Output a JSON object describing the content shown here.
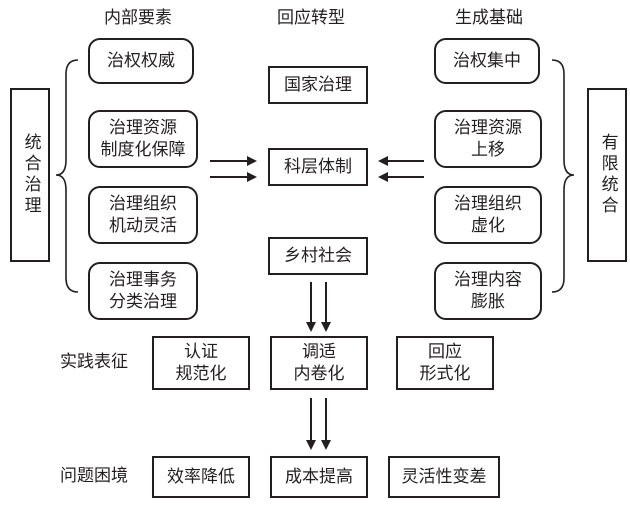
{
  "headers": {
    "left": "内部要素",
    "center": "回应转型",
    "right": "生成基础"
  },
  "left_label": "统合治理",
  "right_label": "有限统合",
  "left_items": [
    "治权权威",
    "治理资源\n制度化保障",
    "治理组织\n机动灵活",
    "治理事务\n分类治理"
  ],
  "center_items": [
    "国家治理",
    "科层体制",
    "乡村社会"
  ],
  "right_items": [
    "治权集中",
    "治理资源\n上移",
    "治理组织\n虚化",
    "治理内容\n膨胀"
  ],
  "practice": {
    "label": "实践表征",
    "items": [
      "认证\n规范化",
      "调适\n内卷化",
      "回应\n形式化"
    ]
  },
  "problems": {
    "label": "问题困境",
    "items": [
      "效率降低",
      "成本提高",
      "灵活性变差"
    ]
  }
}
